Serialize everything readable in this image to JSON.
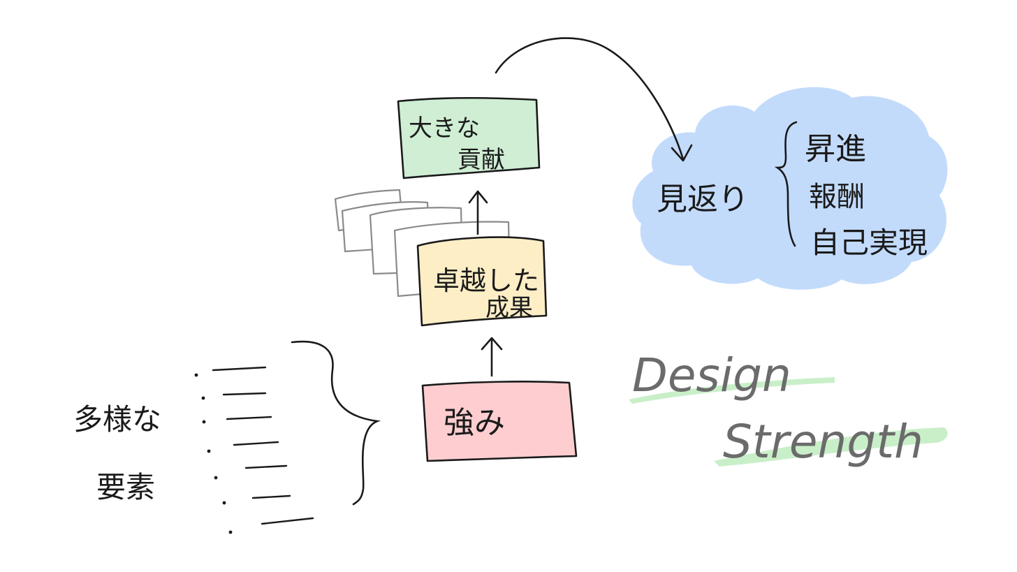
{
  "colors": {
    "ink": "#1a1a1a",
    "grey_ink": "#6b6b6b",
    "card_grey": "#8a8a8a",
    "contribution_fill": "#cfeed4",
    "achievement_fill": "#fdeec6",
    "strength_fill": "#fdcdd0",
    "cloud_fill": "#c3dbfb",
    "highlight_green": "#c9efc9"
  },
  "boxes": {
    "contribution": {
      "line1": "大きな",
      "line2": "貢献"
    },
    "achievement": {
      "line1": "卓越した",
      "line2": "成果"
    },
    "strength": {
      "label": "強み"
    }
  },
  "reward": {
    "label": "見返り",
    "items": [
      "昇進",
      "報酬",
      "自己実現"
    ]
  },
  "elements": {
    "line1": "多様な",
    "line2": "要素"
  },
  "titles": {
    "design": "Design",
    "strength": "Strength"
  }
}
